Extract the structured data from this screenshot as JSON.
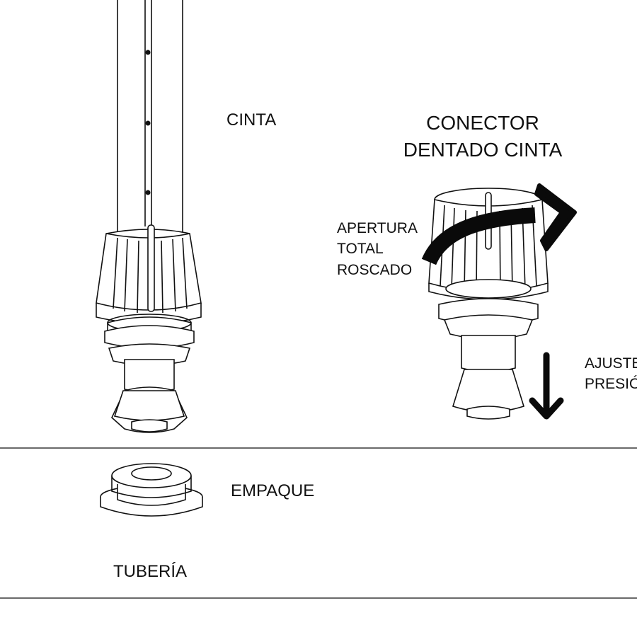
{
  "labels": {
    "cinta": "CINTA",
    "conector_line1": "CONECTOR",
    "conector_line2": "DENTADO CINTA",
    "apertura_line1": "APERTURA",
    "apertura_line2": "TOTAL",
    "apertura_line3": "ROSCADO",
    "ajuste_line1": "AJUSTE",
    "ajuste_line2": "PRESIÓN",
    "empaque": "EMPAQUE",
    "tuberia": "TUBERÍA"
  },
  "colors": {
    "line": "#111111",
    "arrow": "#0a0a0a",
    "background": "#ffffff"
  },
  "icons": {
    "rotate_arrow": "curved-arrow-right-icon",
    "push_arrow": "arrow-down-icon"
  }
}
